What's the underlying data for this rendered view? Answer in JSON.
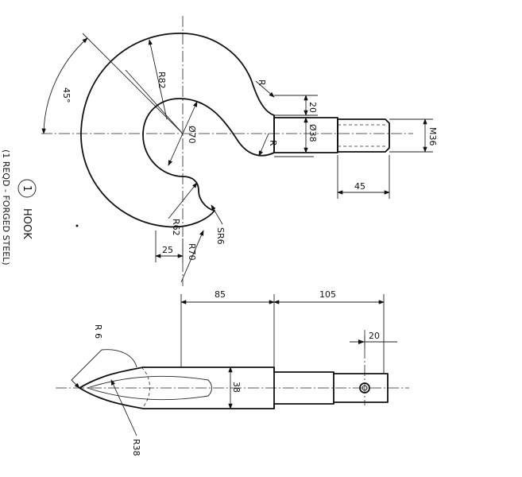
{
  "dimensions": {
    "angle_45": "45°",
    "r82": "R82",
    "r_top": "R",
    "d70": "Ø70",
    "r_inner": "R",
    "d20": "20",
    "d38_shank": "Ø38",
    "m36": "M36",
    "d45": "45",
    "r62": "R62",
    "sr6": "SR6",
    "d25": "25",
    "r70": "R70",
    "d85": "85",
    "d105": "105",
    "d20_hole": "20",
    "r6": "R 6",
    "d38_side": "38",
    "r38": "R38"
  },
  "part": {
    "number": "1",
    "name": "HOOK",
    "note": "(1 REQD - FORGED STEEL)"
  }
}
